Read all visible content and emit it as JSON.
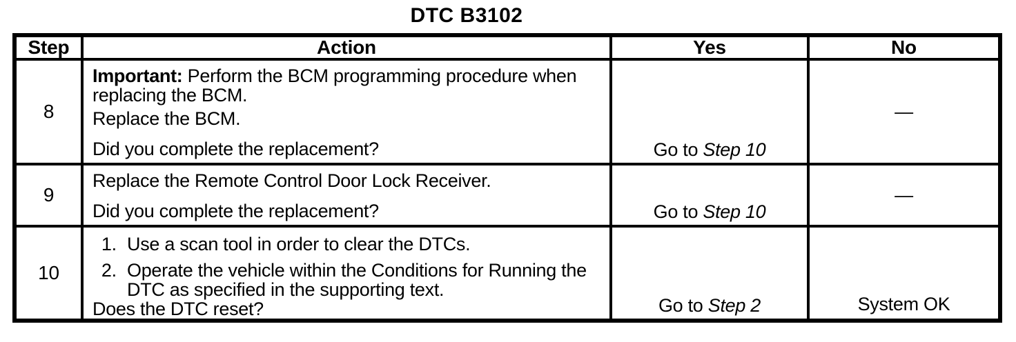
{
  "colors": {
    "ink": "#000000",
    "paper": "#ffffff"
  },
  "page": {
    "title": "DTC B3102"
  },
  "table": {
    "headers": {
      "step": "Step",
      "action": "Action",
      "yes": "Yes",
      "no": "No"
    },
    "rows": [
      {
        "step": "8",
        "important_label": "Important:",
        "important_text": " Perform the BCM programming procedure when\nreplacing the BCM.",
        "body": "Replace the BCM.",
        "question": "Did you complete the replacement?",
        "yes_prefix": "Go to ",
        "yes_step": "Step 10",
        "no": "—"
      },
      {
        "step": "9",
        "body": "Replace the Remote Control Door Lock Receiver.",
        "question": "Did you complete the replacement?",
        "yes_prefix": "Go to ",
        "yes_step": "Step 10",
        "no": "—"
      },
      {
        "step": "10",
        "list": [
          "Use a scan tool in order to clear the DTCs.",
          "Operate the vehicle within the Conditions for Running the\nDTC as specified in the supporting text."
        ],
        "question": "Does the DTC reset?",
        "yes_prefix": "Go to ",
        "yes_step": "Step 2",
        "no": "System OK"
      }
    ]
  }
}
